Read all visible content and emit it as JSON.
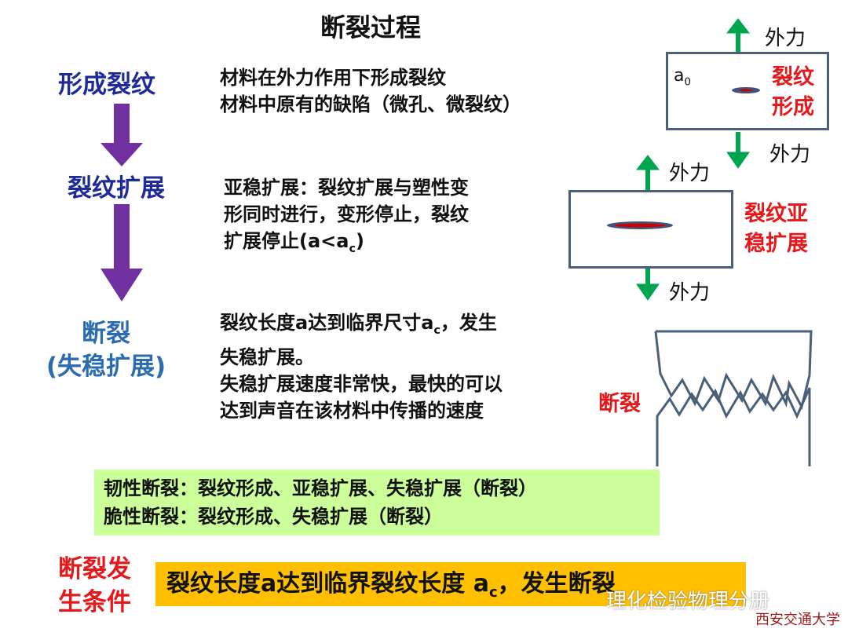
{
  "title": "断裂过程",
  "stages": [
    {
      "label": "形成裂纹",
      "lines": [
        "材料在外力作用下形成裂纹",
        "材料中原有的缺陷（微孔、微裂纹）"
      ]
    },
    {
      "label": "裂纹扩展",
      "lines": [
        "亚稳扩展：裂纹扩展与塑性变",
        "形同时进行，变形停止，裂纹",
        "扩展停止(a<a",
        "c",
        ")"
      ]
    },
    {
      "label_line1": "断裂",
      "label_line2": "(失稳扩展)",
      "lines": [
        "裂纹长度a达到临界尺寸a",
        "c",
        "，发生",
        "失稳扩展。",
        "失稳扩展速度非常快，最快的可以",
        "达到声音在该材料中传播的速度"
      ]
    }
  ],
  "diagrams": {
    "force": "外力",
    "a0": "a",
    "a0_sub": "0",
    "crack_form_l1": "裂纹",
    "crack_form_l2": "形成",
    "crack_sub_l1": "裂纹亚",
    "crack_sub_l2": "稳扩展",
    "fracture": "断裂"
  },
  "summary": [
    "韧性断裂：裂纹形成、亚稳扩展、失稳扩展（断裂）",
    "脆性断裂：裂纹形成、失稳扩展（断裂）"
  ],
  "condition": {
    "label_l1": "断裂发",
    "label_l2": "生条件",
    "text": "裂纹长度a达到临界裂纹长度  a",
    "sub": "c",
    "text_end": "，发生断裂"
  },
  "watermark": "理化检验物理分册",
  "logo": "西安交通大学",
  "colors": {
    "stage_blue": "#1f2a9a",
    "arrow_purple": "#7030a0",
    "red": "#e3191b",
    "green": "#00a550",
    "yellow": "#ffc000",
    "lightgreen": "#ccff99"
  }
}
